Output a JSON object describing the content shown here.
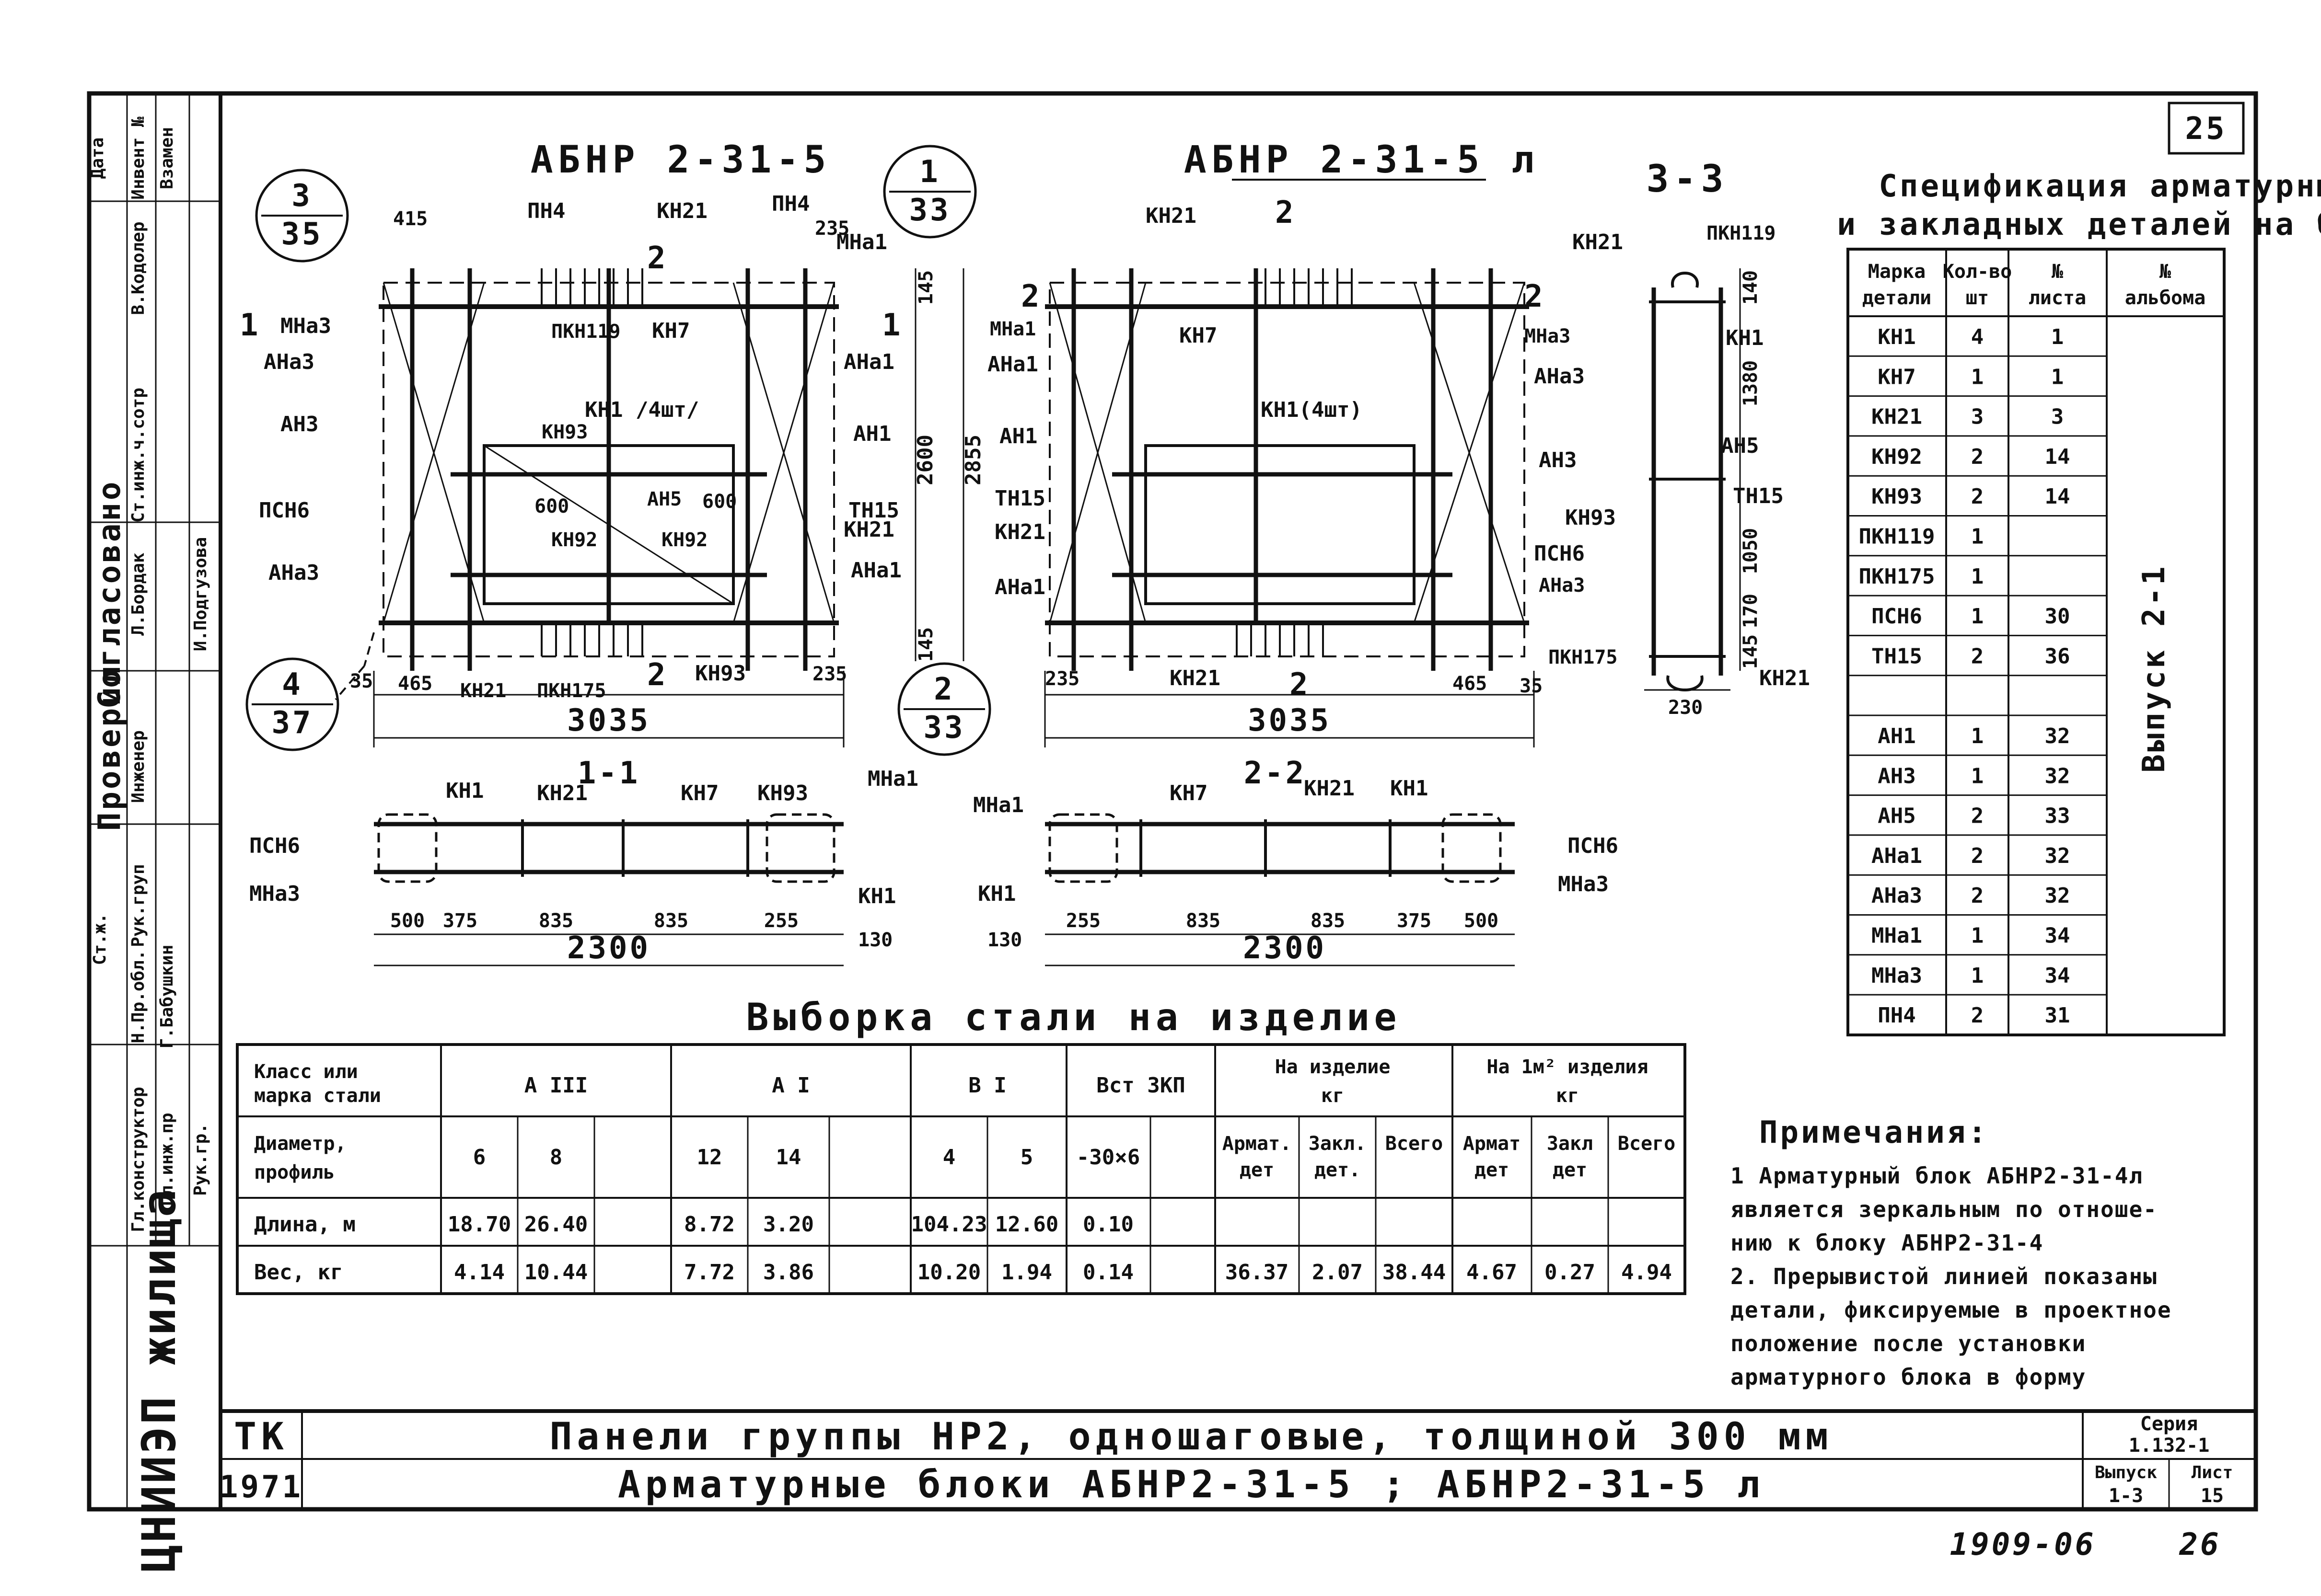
{
  "sheet_number": "25",
  "footer_code": "1909-06",
  "footer_page": "26",
  "views": {
    "left_title": "АБНР 2-31-5",
    "right_title": "АБНР 2-31-5 л",
    "section33_title": "3-3",
    "section11_title": "1-1",
    "section22_title": "2-2"
  },
  "labels": {
    "pn4": "ПН4",
    "kn21": "КН21",
    "kn7": "КН7",
    "kn1": "КН1",
    "kn93": "КН93",
    "kn92": "КН92",
    "mna1": "МНа1",
    "mna3": "МНа3",
    "ana1": "АНа1",
    "ana3": "АНа3",
    "an1": "АН1",
    "an3": "АН3",
    "an5": "АН5",
    "psn6": "ПСН6",
    "tn15": "ТН15",
    "pkn119": "ПКН119",
    "pkn175": "ПКН175",
    "kn1_4sht_a": "КН1 /4шт/",
    "kn1_4sht_b": "КН1(4шт)",
    "cut1": "1",
    "cut2": "2"
  },
  "callouts": [
    {
      "top": "3",
      "bottom": "35"
    },
    {
      "top": "1",
      "bottom": "33"
    },
    {
      "top": "4",
      "bottom": "37"
    },
    {
      "top": "2",
      "bottom": "33"
    }
  ],
  "dims": {
    "d415": "415",
    "d235": "235",
    "d600": "600",
    "d465": "465",
    "d3035": "3035",
    "d35": "35",
    "d2600": "2600",
    "d2855": "2855",
    "d145": "145",
    "d140": "140",
    "d1380": "1380",
    "d1050": "1050",
    "d170": "170",
    "d230": "230",
    "d500": "500",
    "d375": "375",
    "d835": "835",
    "d255": "255",
    "d130": "130",
    "d2300": "2300"
  },
  "spec": {
    "title1": "Спецификация арматурных",
    "title2": "и закладных деталей на блок",
    "headers": [
      "Марка детали",
      "Кол-во шт",
      "№ листа",
      "№ альбома"
    ],
    "header_lines": [
      [
        "Марка",
        "детали"
      ],
      [
        "Кол-во",
        "шт"
      ],
      [
        "№",
        "листа"
      ],
      [
        "№",
        "альбома"
      ]
    ],
    "album_text": "Выпуск 2-1",
    "rows": [
      [
        "КН1",
        "4",
        "1"
      ],
      [
        "КН7",
        "1",
        "1"
      ],
      [
        "КН21",
        "3",
        "3"
      ],
      [
        "КН92",
        "2",
        "14"
      ],
      [
        "КН93",
        "2",
        "14"
      ],
      [
        "ПКН119",
        "1",
        ""
      ],
      [
        "ПКН175",
        "1",
        ""
      ],
      [
        "ПСН6",
        "1",
        "30"
      ],
      [
        "ТН15",
        "2",
        "36"
      ],
      [
        "",
        "",
        ""
      ],
      [
        "АН1",
        "1",
        "32"
      ],
      [
        "АН3",
        "1",
        "32"
      ],
      [
        "АН5",
        "2",
        "33"
      ],
      [
        "АНа1",
        "2",
        "32"
      ],
      [
        "АНа3",
        "2",
        "32"
      ],
      [
        "МНа1",
        "1",
        "34"
      ],
      [
        "МНа3",
        "1",
        "34"
      ],
      [
        "ПН4",
        "2",
        "31"
      ]
    ]
  },
  "steel": {
    "title": "Выборка стали на изделие",
    "h_class": [
      "Класс или",
      "марка стали"
    ],
    "classes": [
      "А III",
      "А I",
      "В I",
      "Вст 3КП"
    ],
    "h_per_item": [
      "На изделие",
      "кг"
    ],
    "h_per_m2": [
      "На 1м² изделия",
      "кг"
    ],
    "h_diam": [
      "Диаметр,",
      "профиль"
    ],
    "diams": [
      "6",
      "8",
      "",
      "12",
      "14",
      "",
      "4",
      "5",
      "-30×6",
      ""
    ],
    "sub_headers": [
      [
        "Армат.",
        "дет"
      ],
      [
        "Закл.",
        "дет."
      ],
      [
        "Всего"
      ],
      [
        "Армат",
        "дет"
      ],
      [
        "Закл",
        "дет"
      ],
      [
        "Всего"
      ]
    ],
    "row_length_label": "Длина, м",
    "row_length": [
      "18.70",
      "26.40",
      "",
      "8.72",
      "3.20",
      "",
      "104.23",
      "12.60",
      "0.10",
      "",
      "",
      "",
      "",
      "",
      "",
      ""
    ],
    "row_weight_label": "Вес, кг",
    "row_weight": [
      "4.14",
      "10.44",
      "",
      "7.72",
      "3.86",
      "",
      "10.20",
      "1.94",
      "0.14",
      "",
      "36.37",
      "2.07",
      "38.44",
      "4.67",
      "0.27",
      "4.94"
    ]
  },
  "notes": {
    "title": "Примечания:",
    "lines": [
      "1 Арматурный блок АБНР2-31-4л",
      "является зеркальным по отноше-",
      "нию к блоку АБНР2-31-4",
      "2. Прерывистой линией показаны",
      "детали, фиксируемые в проектное",
      "положение после установки",
      "арматурного блока в форму"
    ]
  },
  "title_block": {
    "org": "ТК",
    "year": "1971",
    "title1": "Панели группы НР2, одношаговые, толщиной 300 мм",
    "title2": "Арматурные блоки АБНР2-31-5 ; АБНР2-31-5 л",
    "series_label": "Серия",
    "series_value": "1.132-1",
    "issue_label": "Выпуск",
    "issue_value": "1-3",
    "sheet_label": "Лист",
    "sheet_value": "15"
  },
  "side_stamp": {
    "agreed": "Согласовано",
    "checked": "Проверил",
    "org": "ЦНИИЭП жилища",
    "cells": [
      "Дата",
      "Инвент №",
      "Взамен",
      "В.Кодолер",
      "Ст.инж.ч.сотр",
      "Л.Бордак",
      "Ст.ж.",
      "Инженер",
      "Рук.груп",
      "И.Подгузова",
      "Г.Бабушкин",
      "Н.Пр.обл.",
      "Гл.конструктор",
      "Гл.инж.пр",
      "Рук.гр."
    ]
  }
}
